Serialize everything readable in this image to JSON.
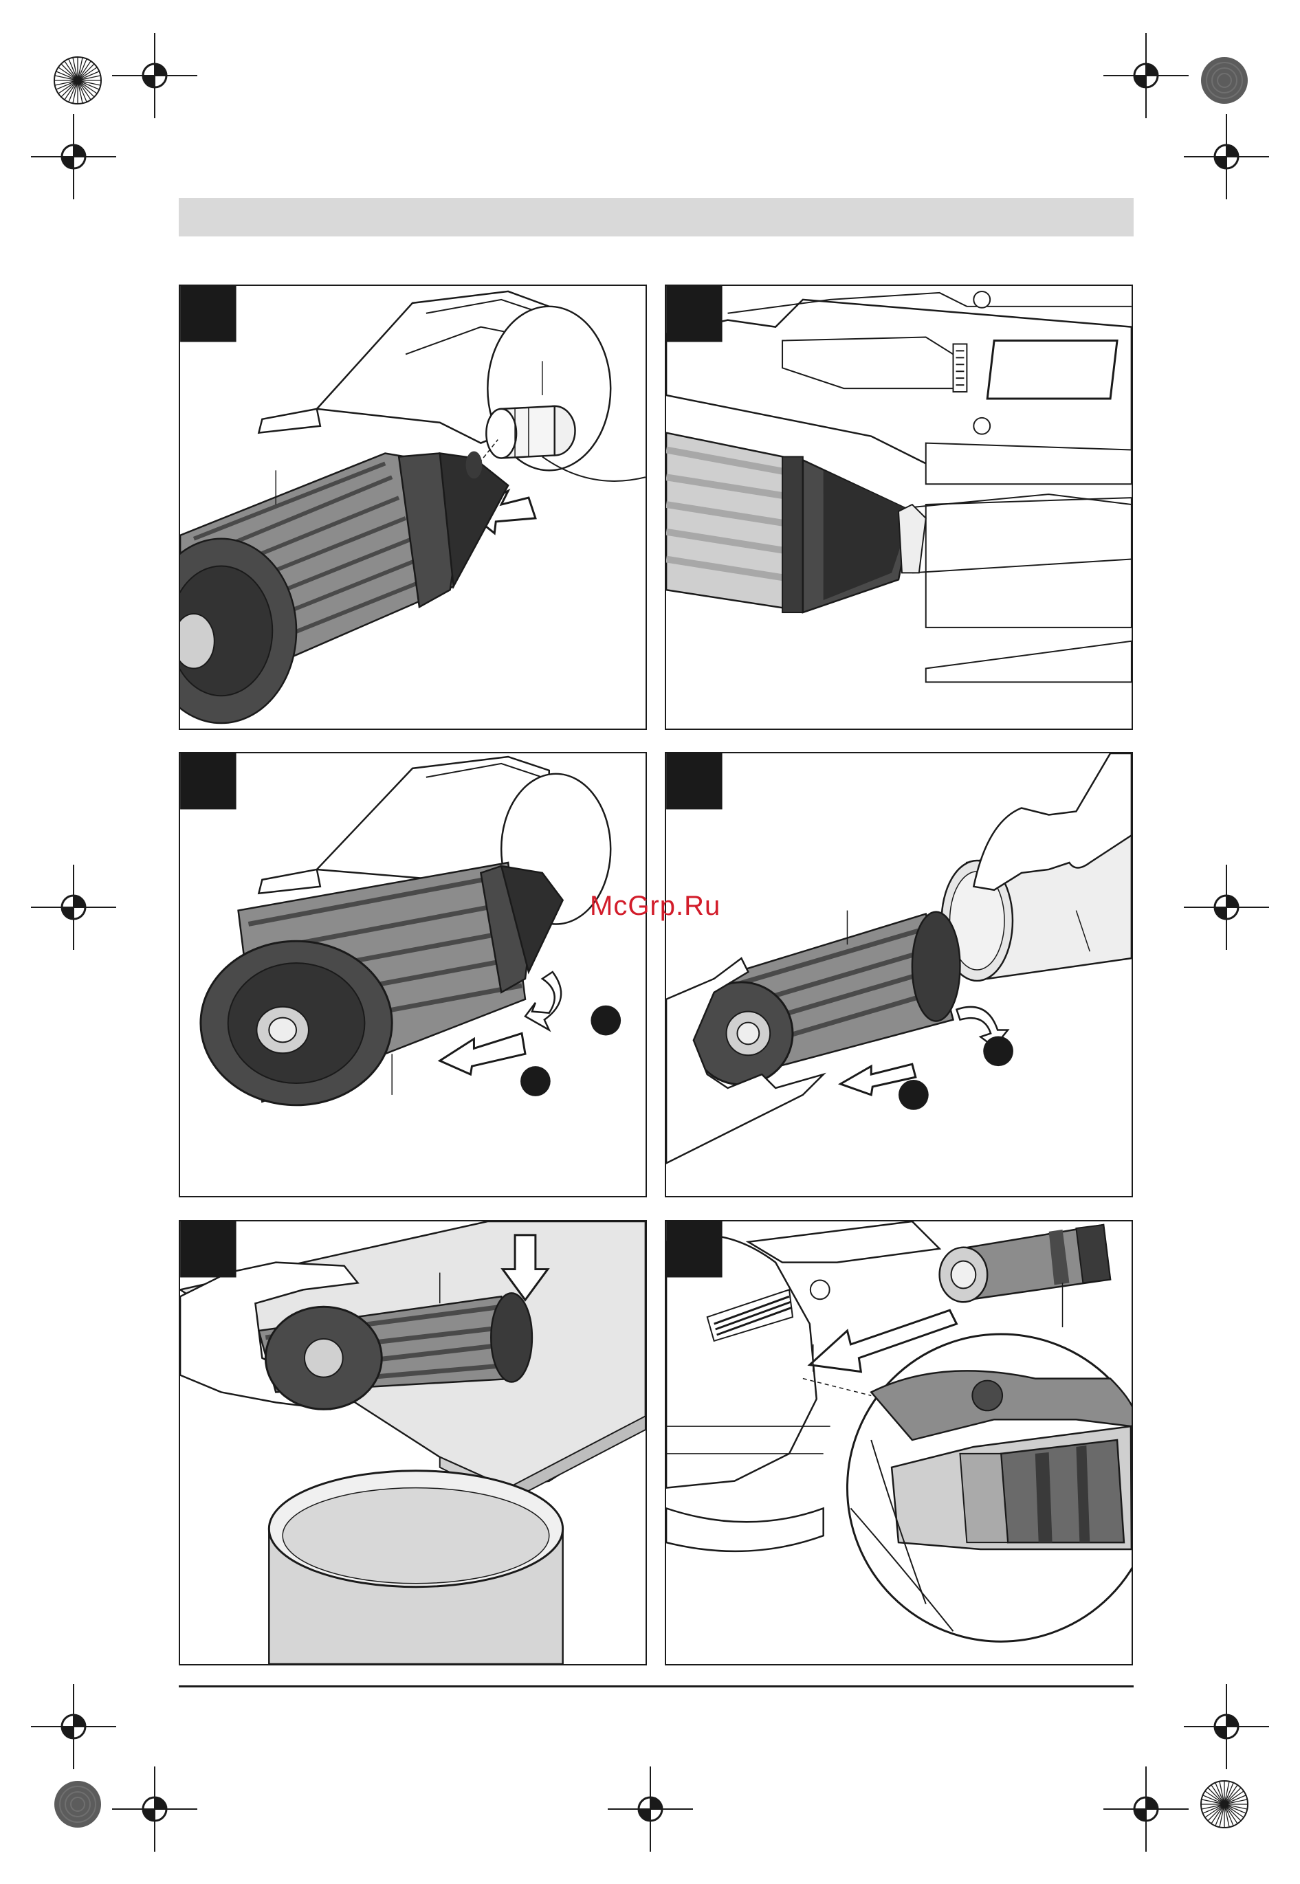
{
  "watermark": {
    "text": "McGrp.Ru"
  },
  "colors": {
    "ink": "#1a1a1a",
    "header_bar": "#d9d9d9",
    "watermark": "#d21c2a",
    "dark_gray": "#4a4a4a",
    "mid_gray": "#8c8c8c",
    "light_gray": "#cfcfcf"
  },
  "icons": {
    "registration_mark": "crosshair-circle-icon",
    "color_calibration_disc": "sunburst-disc-icon",
    "step_marker": "filled-circle-icon",
    "direction_arrow": "outline-arrow-icon"
  },
  "panels": [
    {
      "id": "panel-1",
      "depicts": "dust-box-attach"
    },
    {
      "id": "panel-2",
      "depicts": "dust-box-mounted"
    },
    {
      "id": "panel-3",
      "depicts": "dust-box-remove"
    },
    {
      "id": "panel-4",
      "depicts": "filter-remove-from-canister"
    },
    {
      "id": "panel-5",
      "depicts": "filter-tap-clean"
    },
    {
      "id": "panel-6",
      "depicts": "vacuum-hose-attach"
    }
  ]
}
